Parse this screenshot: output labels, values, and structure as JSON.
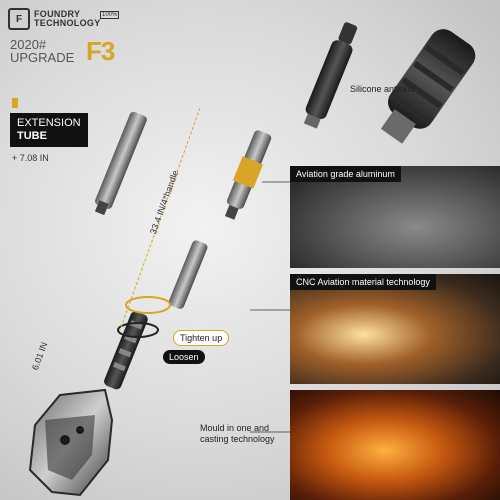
{
  "brand": {
    "logo_mark": "F",
    "logo_line1": "FOUNDRY",
    "logo_line2": "TECHNOLOGY",
    "badge": "100%",
    "upgrade_line1": "2020#",
    "upgrade_line2": "UPGRADE",
    "model": "F3"
  },
  "extension": {
    "title_line1": "EXTENSION",
    "title_line2": "TUBE",
    "length": "+ 7.08 IN"
  },
  "callouts": {
    "silicone": "Silicone antiskid",
    "handle_length": "33.4 IN/4*handle",
    "head_length": "6.01 IN",
    "tighten": "Tighten up",
    "loosen": "Loosen"
  },
  "panels": [
    {
      "label": "Aviation grade aluminum"
    },
    {
      "label": "CNC Aviation material technology"
    },
    {
      "label": "Mould in one and casting technology"
    }
  ],
  "colors": {
    "accent": "#d9a527",
    "dark": "#111111"
  }
}
